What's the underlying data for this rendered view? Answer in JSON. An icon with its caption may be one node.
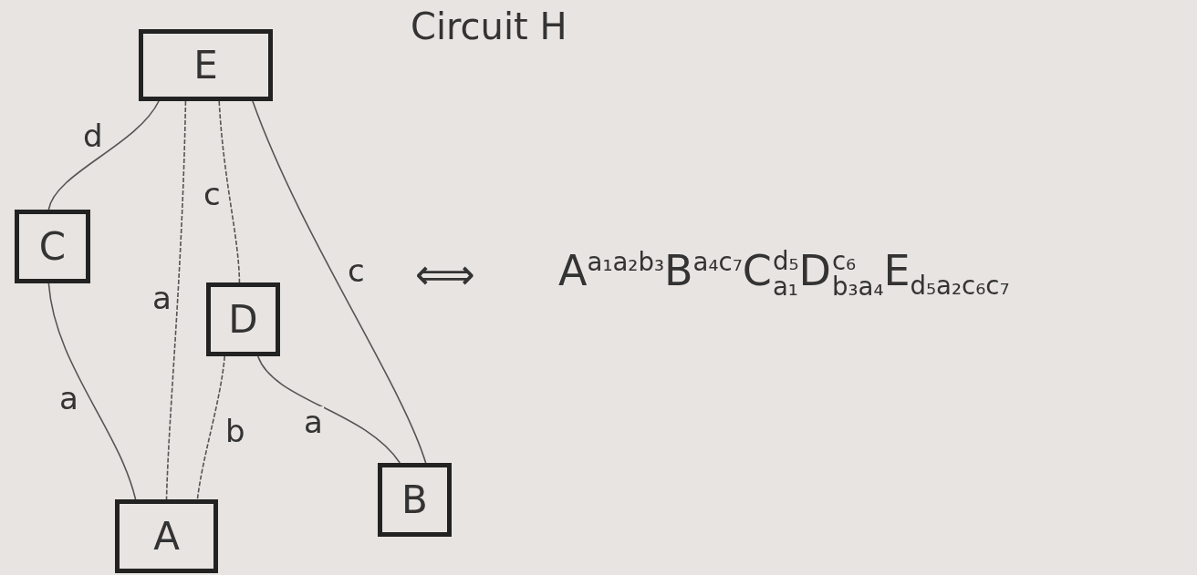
{
  "diagram": {
    "title": "Circuit H",
    "nodes": [
      {
        "text": [
          "E"
        ]
      },
      {
        "text": [
          "C"
        ]
      },
      {
        "text": [
          "D"
        ]
      },
      {
        "text": [
          "A"
        ]
      },
      {
        "text": [
          "B"
        ]
      }
    ],
    "edges": [
      {
        "from": 0,
        "to": 1,
        "arrow": "none",
        "label": "d"
      },
      {
        "from": 1,
        "to": 3,
        "arrow": "none",
        "label": "a"
      },
      {
        "from": 0,
        "to": 3,
        "arrow": "none",
        "label": "a",
        "style": "dashed"
      },
      {
        "from": 0,
        "to": 2,
        "arrow": "none",
        "label": "c",
        "style": "dashed"
      },
      {
        "from": 2,
        "to": 3,
        "arrow": "none",
        "label": "b",
        "style": "dashed"
      },
      {
        "from": 2,
        "to": 4,
        "arrow": "none",
        "label": "a"
      },
      {
        "from": 0,
        "to": 4,
        "arrow": "none",
        "label": "c"
      }
    ],
    "labels": [
      "⟺",
      "A$^{a₁a₂b₃}$B$^{a₄c₇}$C$^{d₅}$$_{a₁}$D$^{c₆}$$_{b₃a₄}$E$_{d₅a₂c₆c₇}$"
    ]
  }
}
